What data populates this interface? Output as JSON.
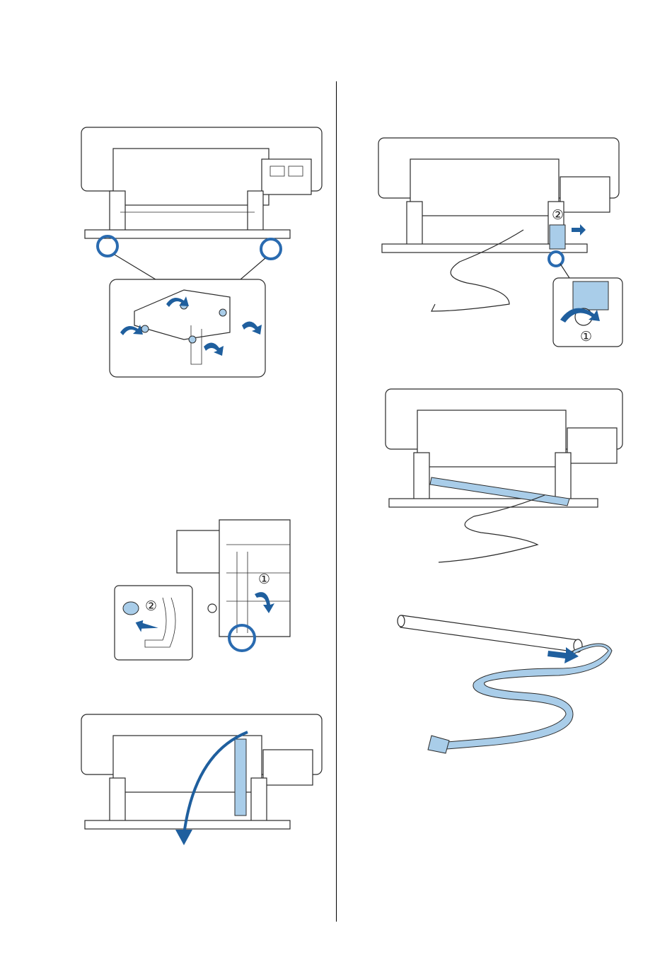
{
  "colors": {
    "accent_blue": "#1f5f9e",
    "light_blue": "#a9cde9",
    "line": "#2a2a2a"
  },
  "figures": {
    "fig1": {
      "subject": "printer-front-view",
      "callout": "bracket-detail"
    },
    "fig2": {
      "subject": "media-holder-removal",
      "step1_label": "①",
      "step2_label": "②"
    },
    "fig3": {
      "subject": "strap-fold-down"
    },
    "fig4": {
      "subject": "roll-core-removal",
      "step1_label": "①",
      "step2_label": "②"
    },
    "fig5": {
      "subject": "roll-core-with-strap"
    },
    "fig6": {
      "subject": "strap-insert-into-core"
    }
  }
}
